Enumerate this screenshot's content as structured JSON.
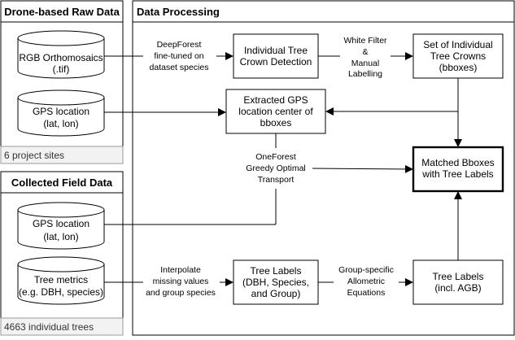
{
  "panels": {
    "drone": {
      "title": "Drone-based Raw Data",
      "footer": "6 project sites"
    },
    "field": {
      "title": "Collected Field Data",
      "footer": "4663 individual trees"
    },
    "processing": {
      "title": "Data Processing"
    }
  },
  "nodes": {
    "rgb": [
      "RGB Orthomosaics",
      "(.tif)"
    ],
    "gps_drone": [
      "GPS location",
      "(lat, lon)"
    ],
    "gps_field": [
      "GPS location",
      "(lat, lon)"
    ],
    "metrics": [
      "Tree metrics",
      "(e.g. DBH, species)"
    ],
    "crown_detect": [
      "Individual Tree",
      "Crown Detection"
    ],
    "crown_set": [
      "Set of Individual",
      "Tree Crowns",
      "(bboxes)"
    ],
    "extracted_gps": [
      "Extracted GPS",
      "location center of",
      "bboxes"
    ],
    "matched": [
      "Matched Bboxes",
      "with Tree Labels"
    ],
    "tree_labels_group": [
      "Tree Labels",
      "(DBH, Species,",
      "and Group)"
    ],
    "tree_labels_agb": [
      "Tree Labels",
      "(incl. AGB)"
    ]
  },
  "edges": {
    "deepforest": [
      "DeepForest",
      "fine-tuned on",
      "dataset species"
    ],
    "white_filter": [
      "White Filter",
      "&",
      "Manual",
      "Labelling"
    ],
    "oneforest": [
      "OneForest",
      "Greedy Optimal",
      "Transport"
    ],
    "interpolate": [
      "Interpolate",
      "missing values",
      "and group species"
    ],
    "allometric": [
      "Group-specific",
      "Allometric",
      "Equations"
    ]
  },
  "colors": {
    "line": "#000000",
    "footer_bg": "#f2f2f2",
    "footer_border": "#9a9a9a"
  }
}
